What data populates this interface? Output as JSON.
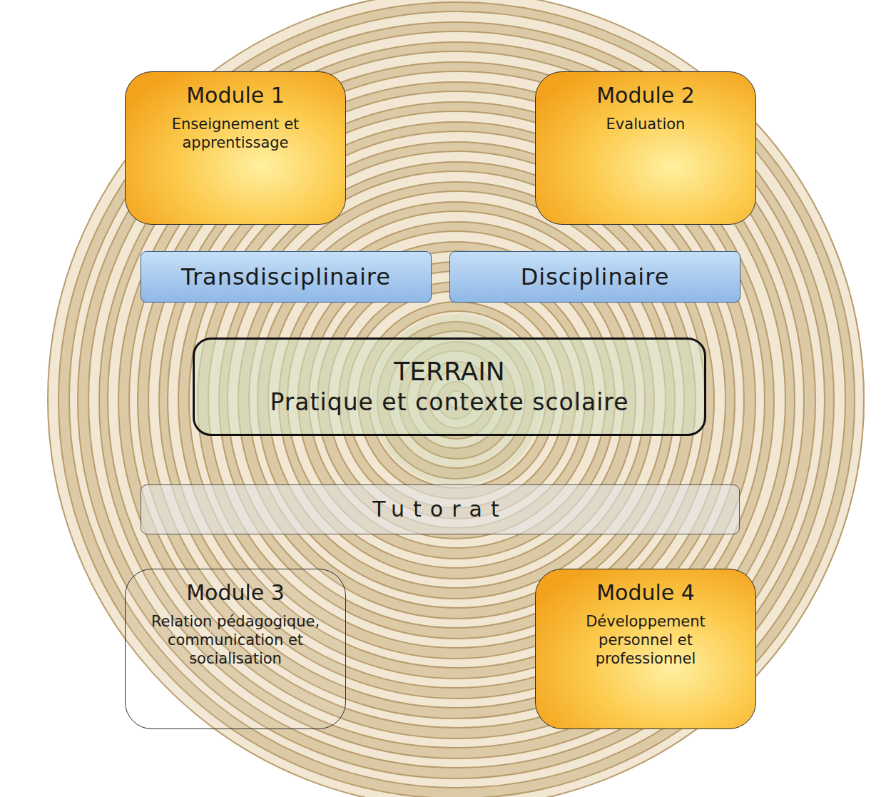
{
  "diagram": {
    "nodes": [
      {
        "text": [
          "Module 1",
          "Enseignement et apprentissage"
        ]
      },
      {
        "text": [
          "Module 2",
          "Evaluation"
        ]
      },
      {
        "text": [
          "Transdisciplinaire"
        ]
      },
      {
        "text": [
          "Disciplinaire"
        ]
      },
      {
        "text": [
          "TERRAIN",
          "Pratique et contexte scolaire"
        ]
      },
      {
        "text": [
          "Tutorat"
        ]
      },
      {
        "text": [
          "Module 3",
          "Relation pédagogique, communication et socialisation"
        ]
      },
      {
        "text": [
          "Module 4",
          "Développement personnel et professionnel"
        ]
      }
    ]
  }
}
